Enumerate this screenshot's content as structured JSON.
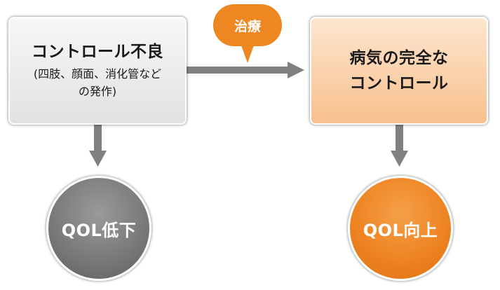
{
  "colors": {
    "arrow": "#808080",
    "accent_orange": "#ee8722",
    "left_box_fill": "#e8e8e8",
    "right_box_fill": "#f9ca9c",
    "left_circle_fill": "#7a7a7a",
    "right_circle_fill": "#ee8422"
  },
  "left_box": {
    "title": "コントロール不良",
    "sub_line1": "(四肢、顔面、消化管など",
    "sub_line2": "の発作)"
  },
  "right_box": {
    "title_line1": "病気の完全な",
    "title_line2": "コントロール"
  },
  "treatment_bubble": {
    "label": "治療"
  },
  "left_outcome": {
    "label": "QOL低下"
  },
  "right_outcome": {
    "label": "QOL向上"
  }
}
